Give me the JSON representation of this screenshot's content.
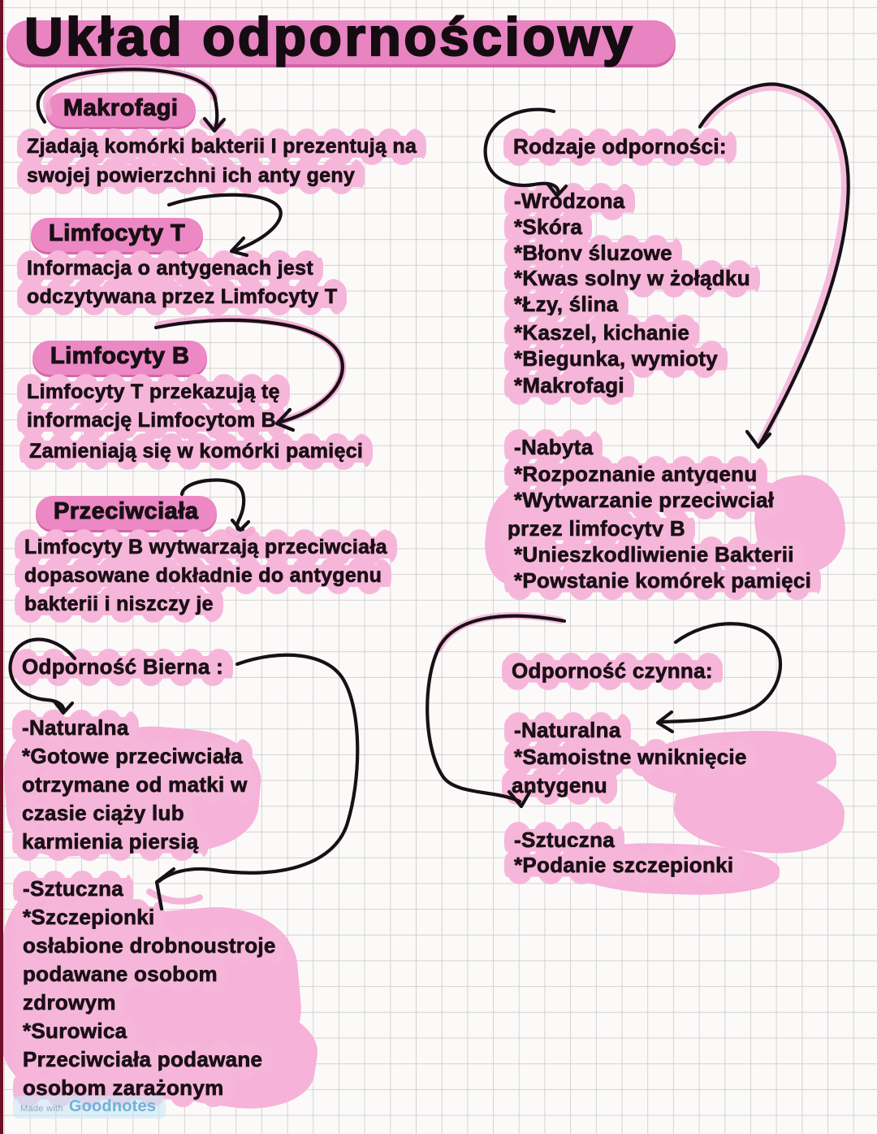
{
  "page": {
    "title": "Układ odpornościowy"
  },
  "sections": {
    "makrofagi": {
      "heading": "Makrofagi",
      "lines": [
        "Zjadają komórki bakterii I prezentują na",
        "swojej powierzchni ich anty geny"
      ]
    },
    "limfocyty_t": {
      "heading": "Limfocyty T",
      "lines": [
        "Informacja o antygenach jest",
        "odczytywana przez Limfocyty T"
      ]
    },
    "limfocyty_b": {
      "heading": "Limfocyty B",
      "lines": [
        "Limfocyty T przekazują tę",
        "informację Limfocytom B",
        "Zamieniają się w komórki pamięci"
      ]
    },
    "przeciwciala": {
      "heading": "Przeciwciała",
      "lines": [
        "Limfocyty B wytwarzają przeciwciała",
        "dopasowane dokładnie do antygenu",
        "bakterii i niszczy je"
      ]
    },
    "rodzaje": {
      "heading": "Rodzaje odporności:",
      "wrodzona": {
        "label": "-Wrodzona",
        "items": [
          "*Skóra",
          "*Błony śluzowe",
          "*Kwas solny w żołądku",
          "*Łzy, ślina",
          "*Kaszel, kichanie",
          "*Biegunka, wymioty",
          "*Makrofagi"
        ]
      },
      "nabyta": {
        "label": "-Nabyta",
        "items": [
          "*Rozpoznanie antygenu",
          "*Wytwarzanie przeciwciał",
          "przez limfocyty B",
          "*Unieszkodliwienie Bakterii",
          "*Powstanie komórek pamięci"
        ]
      }
    },
    "bierna": {
      "heading": "Odporność Bierna :",
      "naturalna_label": "-Naturalna",
      "naturalna_lines": [
        "*Gotowe przeciwciała",
        "otrzymane od matki w",
        "czasie ciąży lub",
        "karmienia piersią"
      ],
      "sztuczna_label": "-Sztuczna",
      "sztuczna_lines": [
        "*Szczepionki",
        "osłabione drobnoustroje",
        "podawane osobom",
        "zdrowym",
        "*Surowica",
        "Przeciwciała podawane",
        "osobom zarażonym"
      ]
    },
    "czynna": {
      "heading": "Odporność czynna:",
      "naturalna_label": "-Naturalna",
      "naturalna_lines": [
        "*Samoistne wniknięcie",
        "antygenu"
      ],
      "sztuczna_label": "-Sztuczna",
      "sztuczna_lines": [
        "*Podanie szczepionki"
      ]
    }
  },
  "watermark": {
    "prefix": "Made with",
    "brand": "Goodnotes"
  },
  "colors": {
    "highlight_dark": "#ec89c4",
    "highlight_light": "#f6b6da",
    "ink": "#1a1016",
    "arrow": "#171016",
    "watermark_blue": "#73b1d8"
  }
}
